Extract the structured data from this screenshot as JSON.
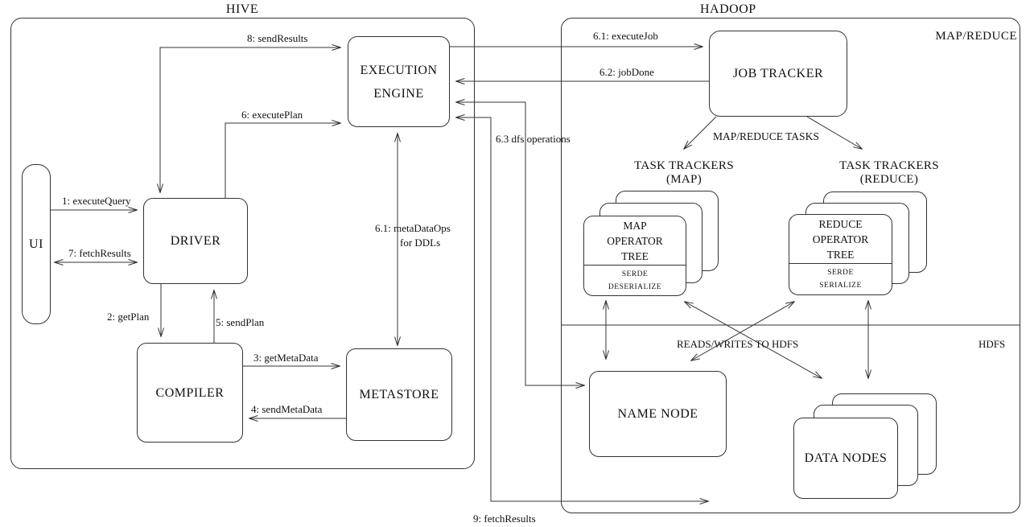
{
  "titles": {
    "hive": "HIVE",
    "hadoop": "HADOOP"
  },
  "sections": {
    "mapreduce": "MAP/REDUCE",
    "hdfs": "HDFS"
  },
  "nodes": {
    "ui": "UI",
    "driver": "DRIVER",
    "compiler": "COMPILER",
    "metastore": "METASTORE",
    "execution_engine": {
      "line1": "EXECUTION",
      "line2": "ENGINE"
    },
    "job_tracker": "JOB TRACKER",
    "name_node": "NAME NODE",
    "data_nodes": "DATA NODES",
    "map_tree": {
      "line1": "MAP",
      "line2": "OPERATOR",
      "line3": "TREE",
      "serde1": "SERDE",
      "serde2": "DESERIALIZE"
    },
    "reduce_tree": {
      "line1": "REDUCE",
      "line2": "OPERATOR",
      "line3": "TREE",
      "serde1": "SERDE",
      "serde2": "SERIALIZE"
    }
  },
  "groups": {
    "task_trackers_map": {
      "line1": "TASK TRACKERS",
      "line2": "(MAP)"
    },
    "task_trackers_reduce": {
      "line1": "TASK TRACKERS",
      "line2": "(REDUCE)"
    },
    "mapreduce_tasks": "MAP/REDUCE TASKS",
    "reads_writes": "READS/WRITES TO HDFS"
  },
  "edges": {
    "e1": "1: executeQuery",
    "e2": "2: getPlan",
    "e3": "3: getMetaData",
    "e4": "4: sendMetaData",
    "e5": "5: sendPlan",
    "e6": "6: executePlan",
    "e61_job": "6.1: executeJob",
    "e61_meta_l1": "6.1: metaDataOps",
    "e61_meta_l2": "for DDLs",
    "e62": "6.2: jobDone",
    "e63": "6.3 dfs operations",
    "e7": "7: fetchResults",
    "e8": "8: sendResults",
    "e9": "9: fetchResults"
  }
}
